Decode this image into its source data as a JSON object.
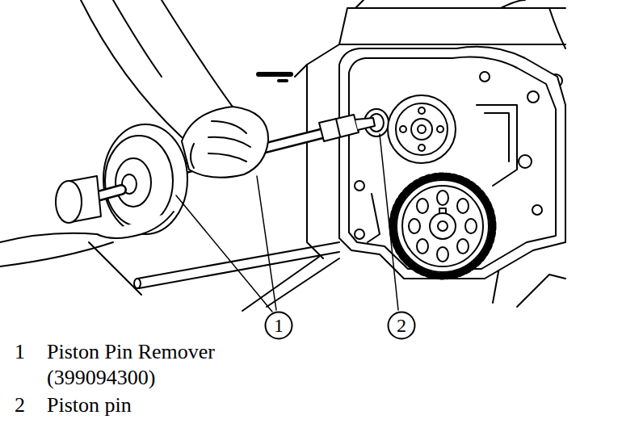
{
  "diagram": {
    "nodes": [
      {
        "text": [
          "1"
        ]
      },
      {
        "text": [
          "2"
        ]
      }
    ],
    "labels": [
      "1",
      "Piston Pin Remover (399094300)",
      "2",
      "Piston pin"
    ]
  }
}
